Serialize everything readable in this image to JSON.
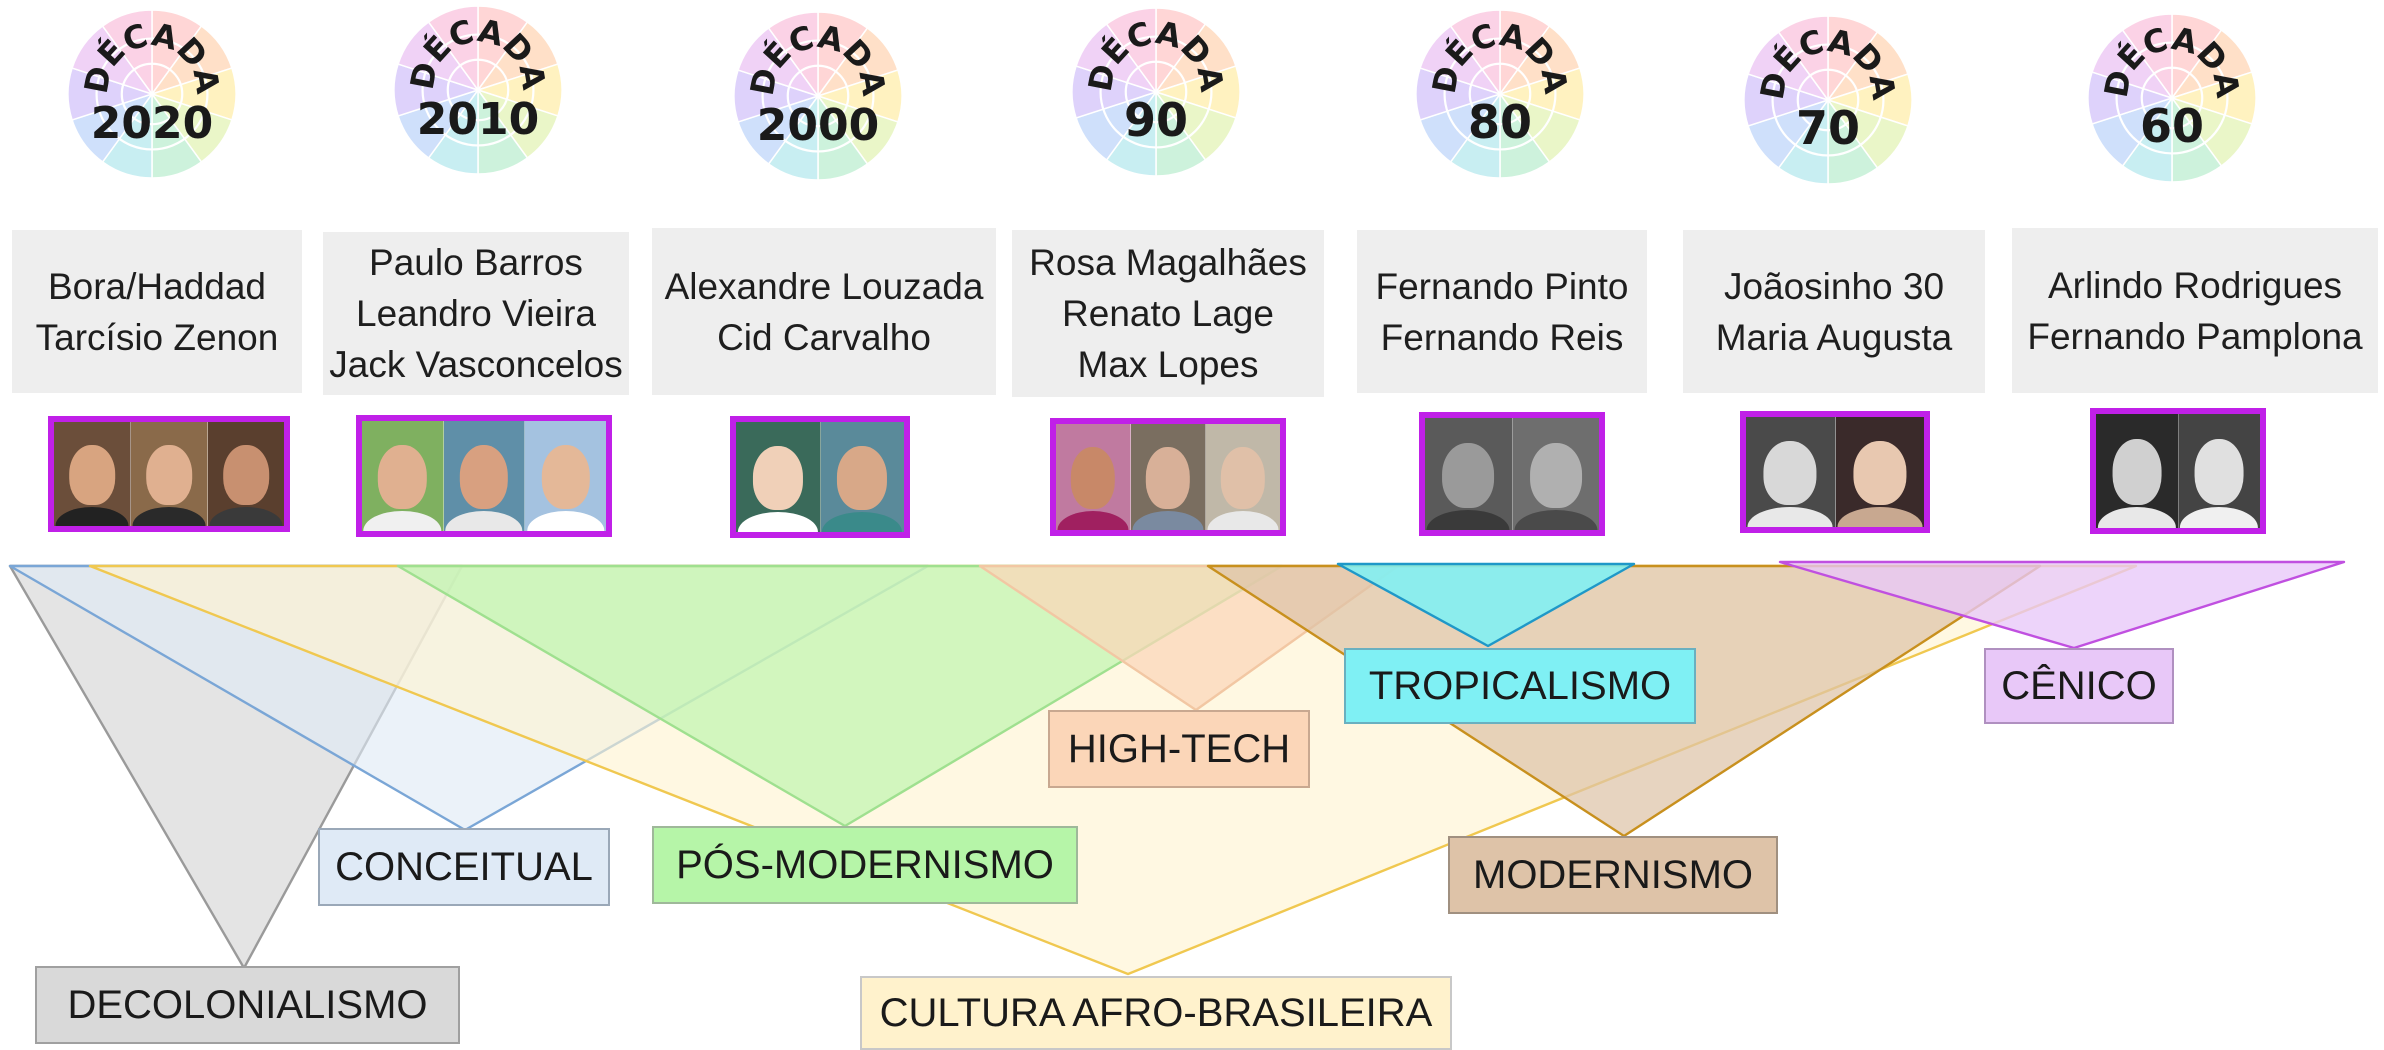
{
  "decades": [
    {
      "title": "DÉCADA",
      "number": "2020"
    },
    {
      "title": "DÉCADA",
      "number": "2010"
    },
    {
      "title": "DÉCADA",
      "number": "2000"
    },
    {
      "title": "DÉCADA",
      "number": "90"
    },
    {
      "title": "DÉCADA",
      "number": "80"
    },
    {
      "title": "DÉCADA",
      "number": "70"
    },
    {
      "title": "DÉCADA",
      "number": "60"
    }
  ],
  "designers": [
    [
      "Bora/Haddad",
      "Tarcísio Zenon"
    ],
    [
      "Paulo Barros",
      "Leandro Vieira",
      "Jack Vasconcelos"
    ],
    [
      "Alexandre Louzada",
      "Cid Carvalho"
    ],
    [
      "Rosa Magalhães",
      "Renato Lage",
      "Max Lopes"
    ],
    [
      "Fernando Pinto",
      "Fernando Reis"
    ],
    [
      "Joãosinho 30",
      "Maria Augusta"
    ],
    [
      "Arlindo Rodrigues",
      "Fernando Pamplona"
    ]
  ],
  "photo_counts": [
    3,
    3,
    2,
    3,
    2,
    2,
    2
  ],
  "movements": [
    {
      "label": "DECOLONIALISMO",
      "fill": "#d9d9d9",
      "stroke": "#9a9a9a"
    },
    {
      "label": "CONCEITUAL",
      "fill": "#dfeaf6",
      "stroke": "#7aa6d6"
    },
    {
      "label": "CULTURA AFRO-BRASILEIRA",
      "fill": "#fff3d1",
      "stroke": "#f0c850"
    },
    {
      "label": "PÓS-MODERNISMO",
      "fill": "#b6f5a8",
      "stroke": "#9fe08f"
    },
    {
      "label": "HIGH-TECH",
      "fill": "#fbd6b8",
      "stroke": "#f2c7a3"
    },
    {
      "label": "MODERNISMO",
      "fill": "#dec3a8",
      "stroke": "#c8901e"
    },
    {
      "label": "TROPICALISMO",
      "fill": "#7ff0f4",
      "stroke": "#1f98c8"
    },
    {
      "label": "CÊNICO",
      "fill": "#e8c8f8",
      "stroke": "#c050e0"
    }
  ]
}
